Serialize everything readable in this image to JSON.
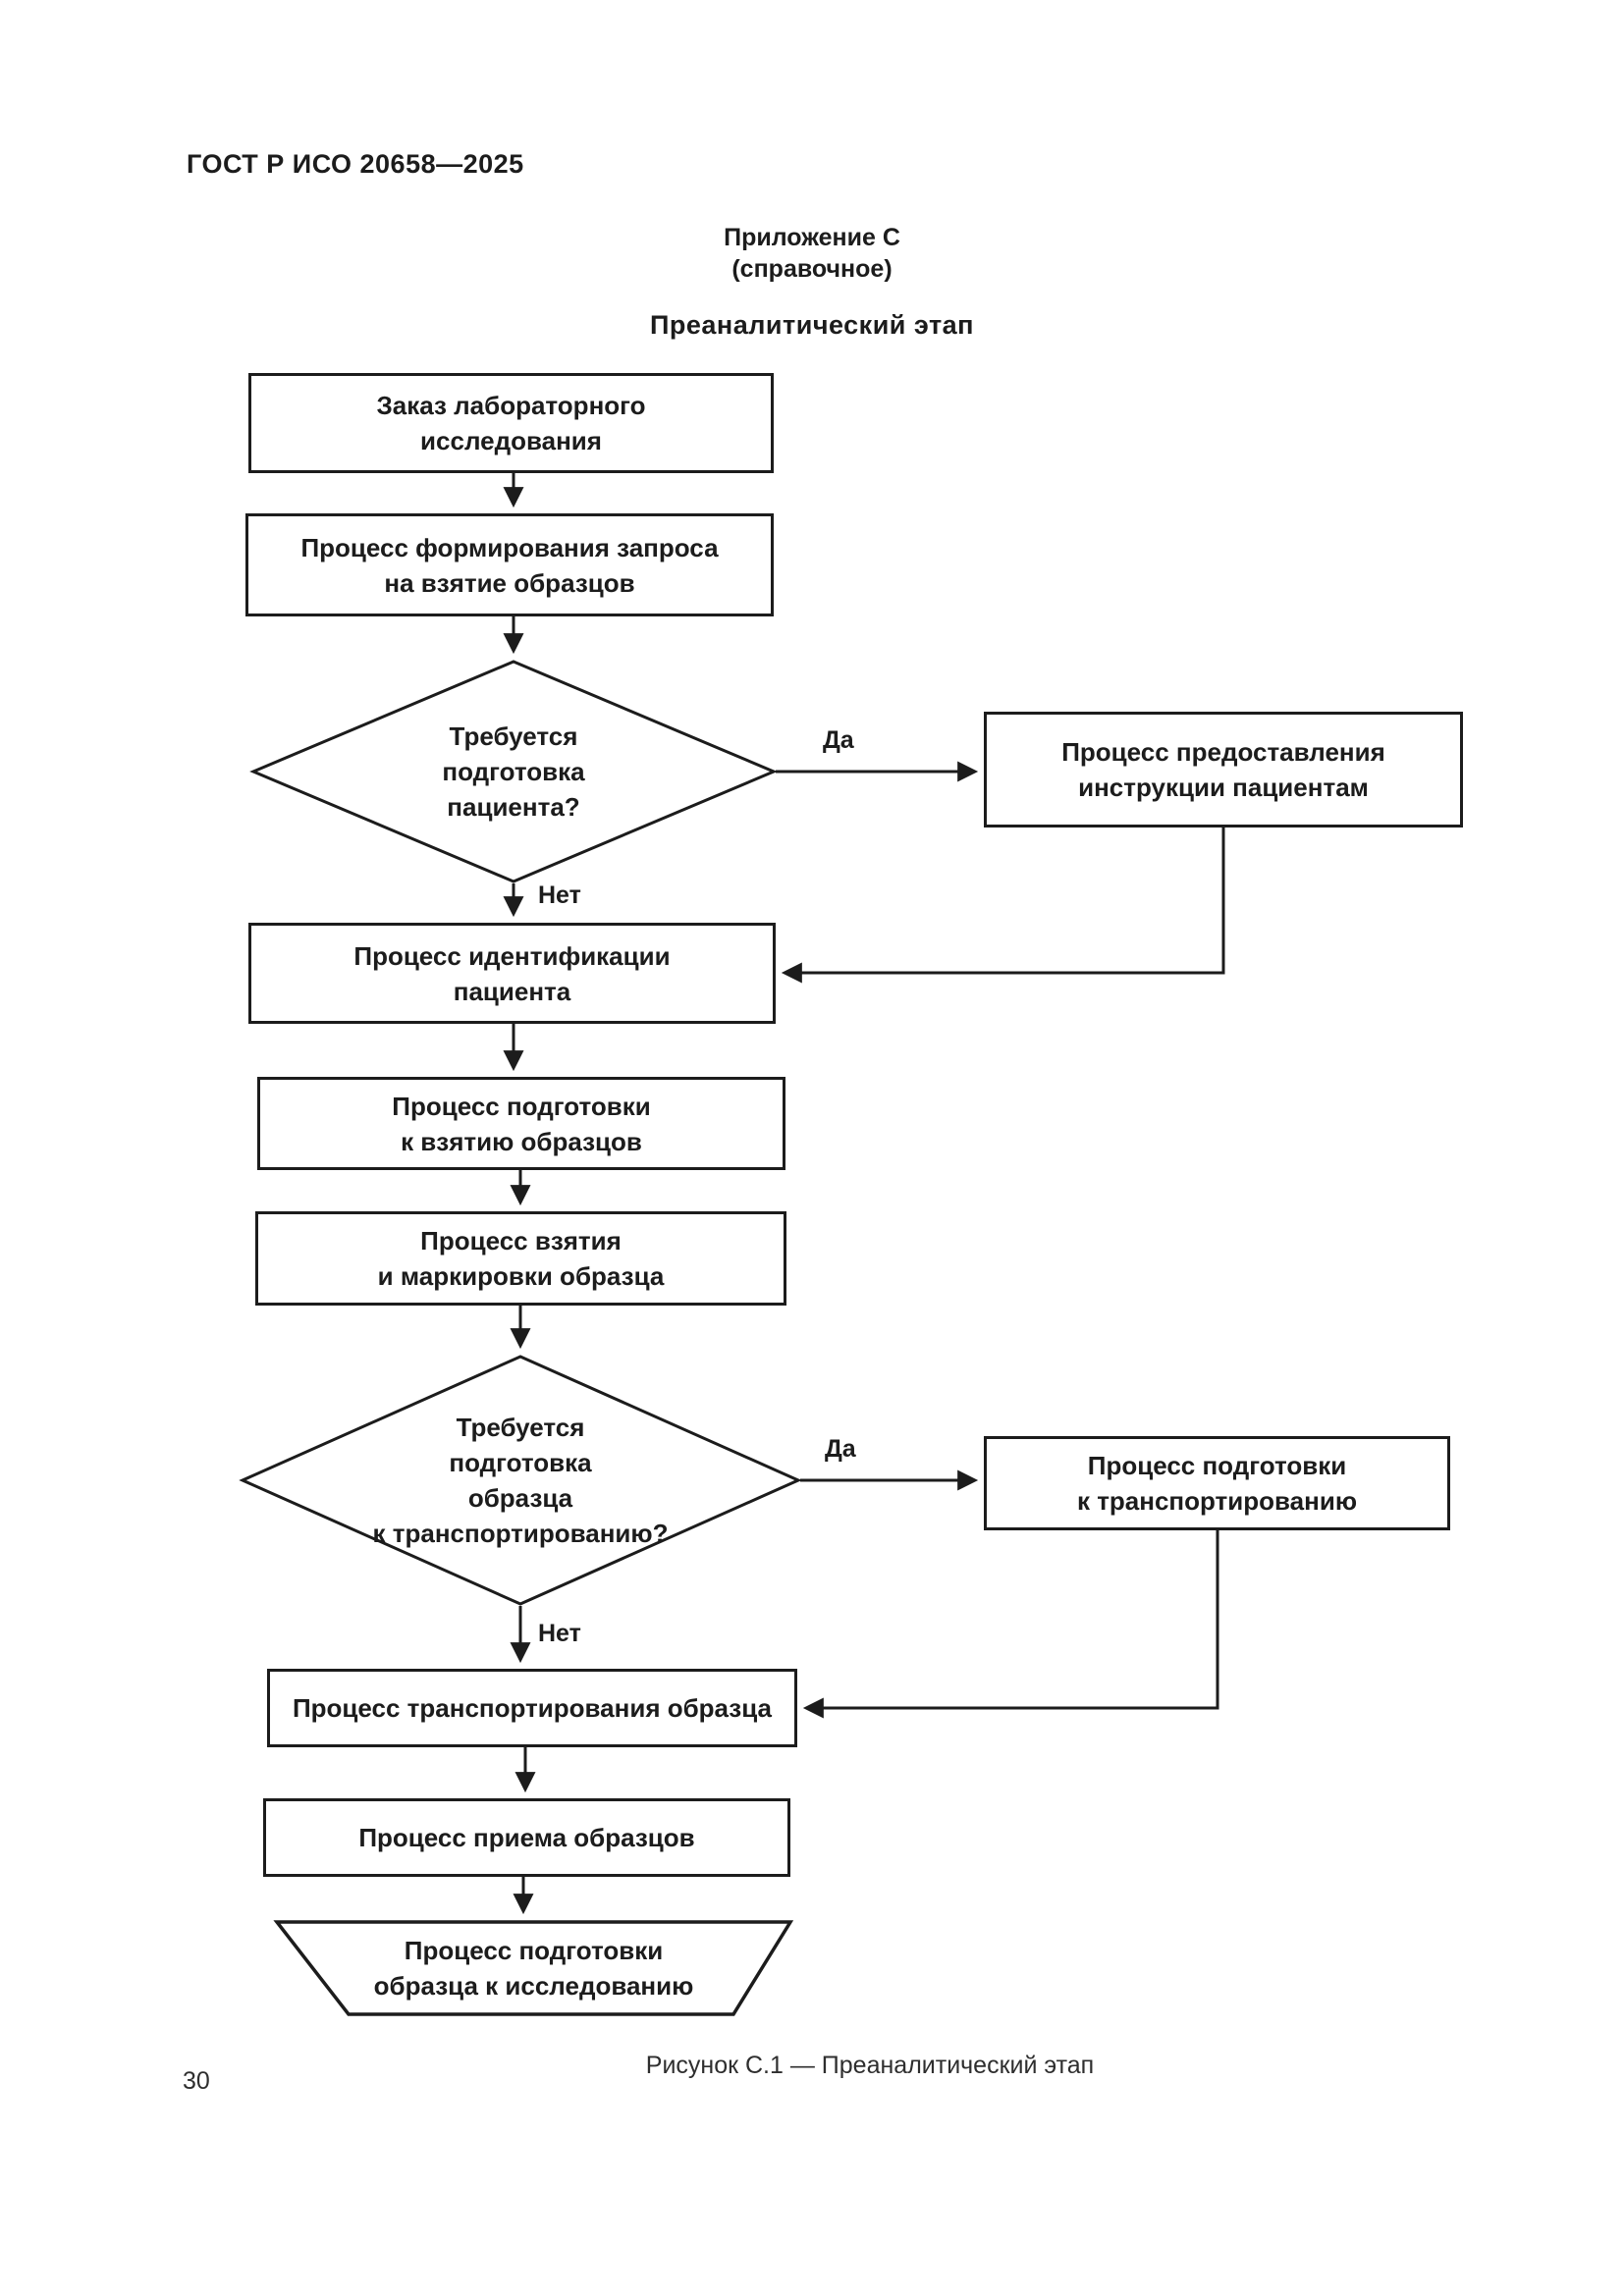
{
  "page": {
    "standard_code": "ГОСТ Р ИСО 20658—2025",
    "appendix_title": "Приложение С",
    "appendix_subtitle": "(справочное)",
    "section_title": "Преаналитический этап",
    "figure_caption": "Рисунок С.1 — Преаналитический этап",
    "page_number": "30"
  },
  "flowchart": {
    "nodes": {
      "lab_order": {
        "type": "process",
        "lines": [
          "Заказ лабораторного",
          "исследования"
        ]
      },
      "request_forming": {
        "type": "process",
        "lines": [
          "Процесс формирования запроса",
          "на взятие образцов"
        ]
      },
      "patient_prep_decision": {
        "type": "decision",
        "lines": [
          "Требуется",
          "подготовка",
          "пациента?"
        ]
      },
      "patient_instructions": {
        "type": "process",
        "lines": [
          "Процесс предоставления",
          "инструкции пациентам"
        ]
      },
      "patient_identification": {
        "type": "process",
        "lines": [
          "Процесс идентификации",
          "пациента"
        ]
      },
      "sampling_prep": {
        "type": "process",
        "lines": [
          "Процесс подготовки",
          "к взятию образцов"
        ]
      },
      "sampling_marking": {
        "type": "process",
        "lines": [
          "Процесс взятия",
          "и маркировки образца"
        ]
      },
      "transport_prep_decision": {
        "type": "decision",
        "lines": [
          "Требуется",
          "подготовка",
          "образца",
          "к транспортированию?"
        ]
      },
      "transport_prep": {
        "type": "process",
        "lines": [
          "Процесс подготовки",
          "к транспортированию"
        ]
      },
      "sample_transport": {
        "type": "process",
        "lines": [
          "Процесс транспортирования образца"
        ]
      },
      "sample_reception": {
        "type": "process",
        "lines": [
          "Процесс приема образцов"
        ]
      },
      "exam_prep": {
        "type": "terminator",
        "lines": [
          "Процесс подготовки",
          "образца к исследованию"
        ]
      }
    },
    "branch_labels": {
      "patient_prep_yes": "Да",
      "patient_prep_no": "Нет",
      "transport_prep_yes": "Да",
      "transport_prep_no": "Нет"
    }
  },
  "colors": {
    "ink": "#1c1c1c",
    "paper": "#ffffff"
  }
}
